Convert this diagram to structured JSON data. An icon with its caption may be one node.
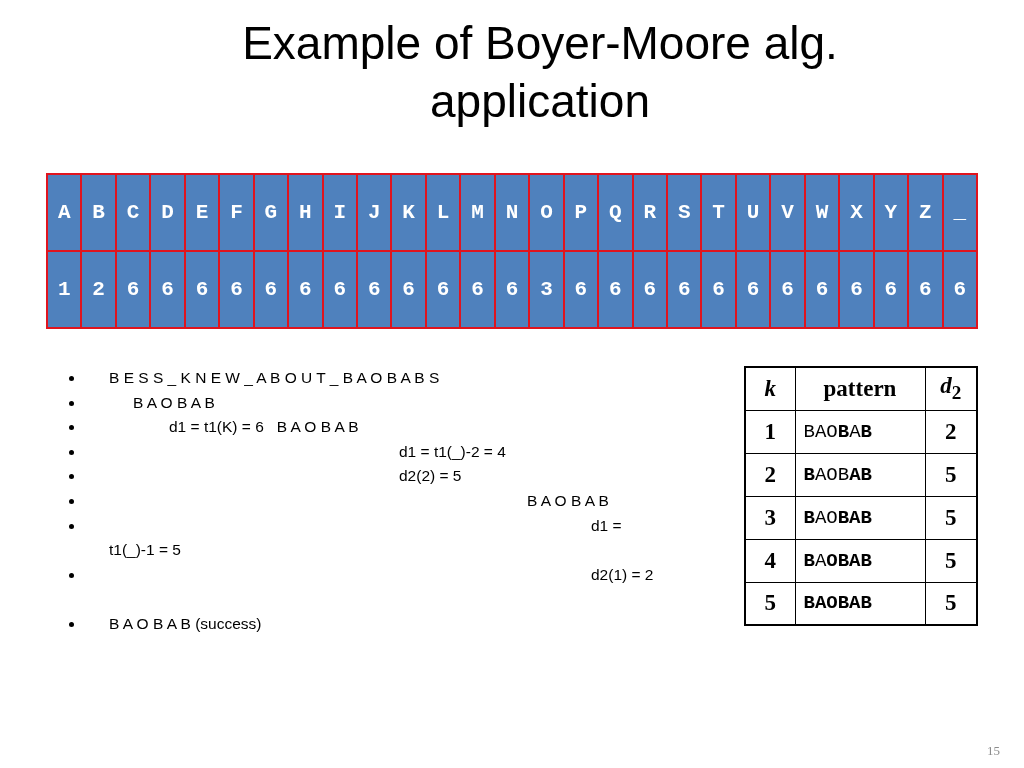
{
  "diagram": {
    "title": "Example of Boyer-Moore alg. application",
    "labels": [
      "A",
      "B",
      "C",
      "D",
      "E",
      "F",
      "G",
      "H",
      "I",
      "J",
      "K",
      "L",
      "M",
      "N",
      "O",
      "P",
      "Q",
      "R",
      "S",
      "T",
      "U",
      "V",
      "W",
      "X",
      "Y",
      "Z",
      "_",
      "1",
      "2",
      "6",
      "6",
      "6",
      "6",
      "6",
      "6",
      "6",
      "6",
      "6",
      "6",
      "6",
      "6",
      "3",
      "6",
      "6",
      "6",
      "6",
      "6",
      "6",
      "6",
      "6",
      "6",
      "6",
      "6",
      "6",
      "B E S S _ K N E W _ A B O U T _ B A O B A B S",
      "B A O B A B",
      "d1 = t1(K) = 6   B A O B A B",
      "d1 = t1(_)-2 = 4",
      "d2(2) = 5",
      "B A O B A B",
      "d1 = t1(_)-1 = 5",
      "d2(1) = 2",
      "B A O B A B (success)",
      "*k*",
      "pattern",
      "*d*$_{2}$",
      "1",
      "BAO**B**A**B**",
      "2",
      "2",
      "**B**AOB**AB**",
      "5",
      "3",
      "**B**AO**BAB**",
      "5",
      "4",
      "**B**A**OBAB**",
      "5",
      "5",
      "**BAOBAB**",
      "5",
      "15"
    ]
  }
}
